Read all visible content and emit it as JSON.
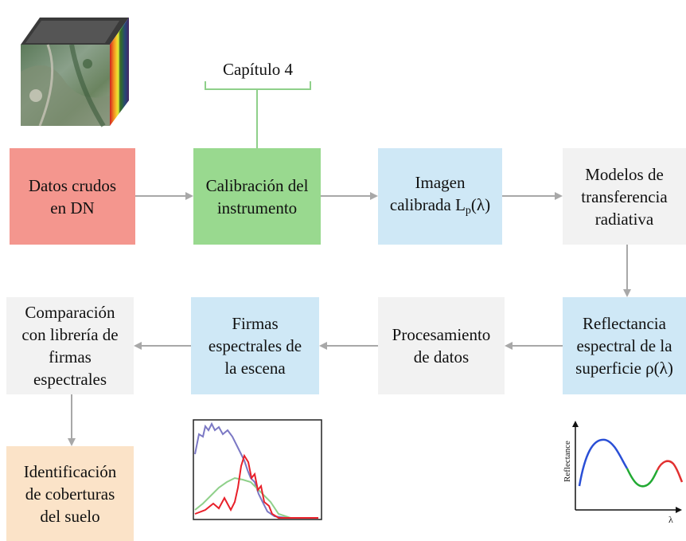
{
  "chapter_label": "Capítulo 4",
  "boxes": {
    "raw_data": [
      "Datos crudos",
      "en DN"
    ],
    "calibration": [
      "Calibración del",
      "instrumento"
    ],
    "calibrated_image": {
      "line1": "Imagen",
      "line2_prefix": "calibrada L",
      "line2_sub": "p",
      "line2_suffix": "(λ)"
    },
    "rt_models": [
      "Modelos de",
      "transferencia",
      "radiativa"
    ],
    "reflectance": [
      "Reflectancia",
      "espectral de la",
      "superficie ρ(λ)"
    ],
    "processing": [
      "Procesamiento",
      "de datos"
    ],
    "signatures": [
      "Firmas",
      "espectrales de",
      "la escena"
    ],
    "comparison": [
      "Comparación",
      "con librería de",
      "firmas",
      "espectrales"
    ],
    "identification": [
      "Identificación",
      "de coberturas",
      "del suelo"
    ]
  },
  "reflectance_plot": {
    "ylabel": "Reflectance",
    "xlabel": "λ",
    "colors": {
      "segment1": "#2a4fd6",
      "segment2": "#22aa33",
      "segment3": "#e23030"
    }
  },
  "spectra_plot": {
    "colors": {
      "blue": "#7b78c4",
      "green": "#8fd08a",
      "red": "#e8202a"
    }
  },
  "colors": {
    "arrow": "#a8a8a8",
    "bracket": "#8fd08a",
    "raw_box": "#f4968e",
    "calibration_box": "#99d98f",
    "blue_box": "#cfe8f6",
    "grey_box": "#f2f2f2",
    "identification_box": "#fbe3c8"
  }
}
